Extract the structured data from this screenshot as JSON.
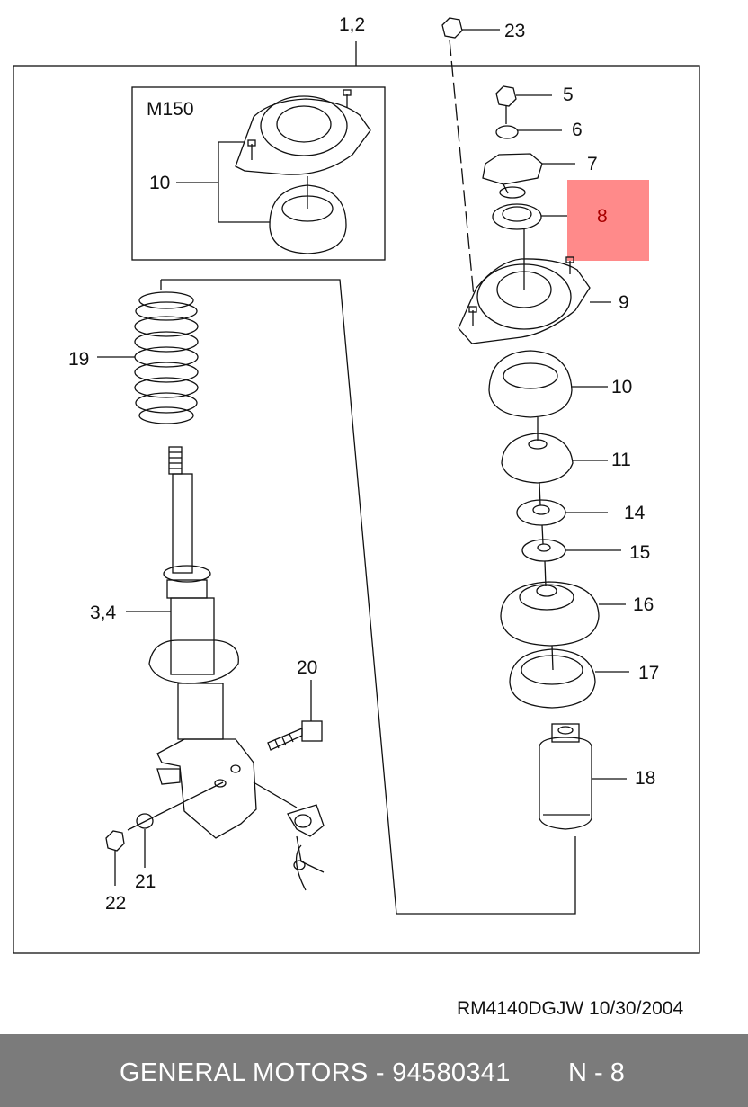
{
  "diagram": {
    "inset_label": "M150",
    "labels": {
      "l_1_2": "1,2",
      "l_23": "23",
      "l_5": "5",
      "l_6": "6",
      "l_7": "7",
      "l_8": "8",
      "l_9": "9",
      "l_10_inset": "10",
      "l_10": "10",
      "l_11": "11",
      "l_14": "14",
      "l_15": "15",
      "l_16": "16",
      "l_17": "17",
      "l_18": "18",
      "l_19": "19",
      "l_3_4": "3,4",
      "l_20": "20",
      "l_21": "21",
      "l_22": "22"
    },
    "highlight_color": "#ff8a8a"
  },
  "reference": "RM4140DGJW  10/30/2004",
  "footer": {
    "text": "GENERAL MOTORS - 94580341",
    "page": "N - 8"
  }
}
